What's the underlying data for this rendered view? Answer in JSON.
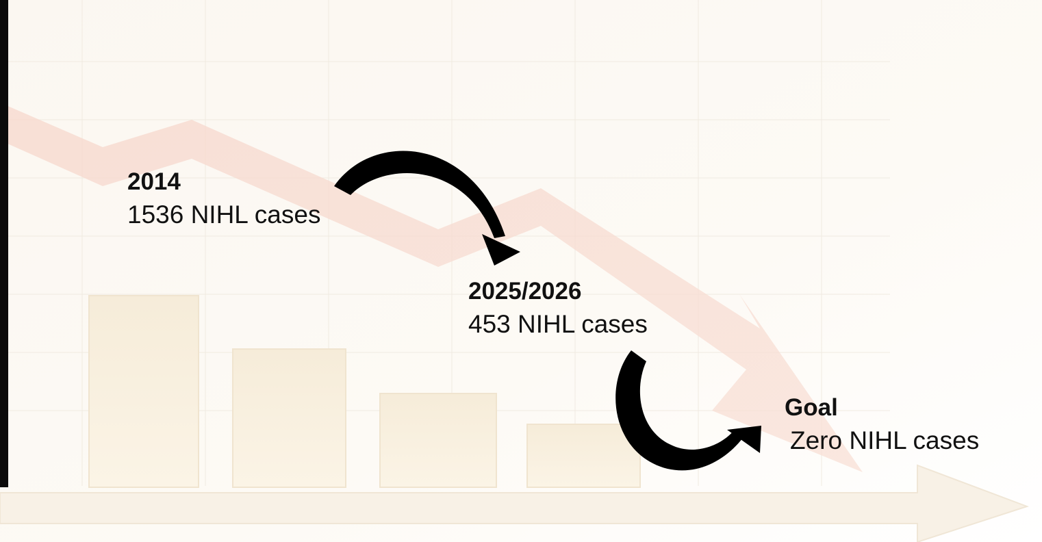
{
  "milestones": [
    {
      "label": "2014",
      "value": "1536 NIHL cases"
    },
    {
      "label": "2025/2026",
      "value": "453 NIHL cases"
    },
    {
      "label": "Goal",
      "value": "Zero NIHL cases"
    }
  ],
  "colors": {
    "text": "#111111",
    "arrow": "#000000",
    "background_trend": "#f6d9cf",
    "background_bars": "#f7efdf"
  }
}
